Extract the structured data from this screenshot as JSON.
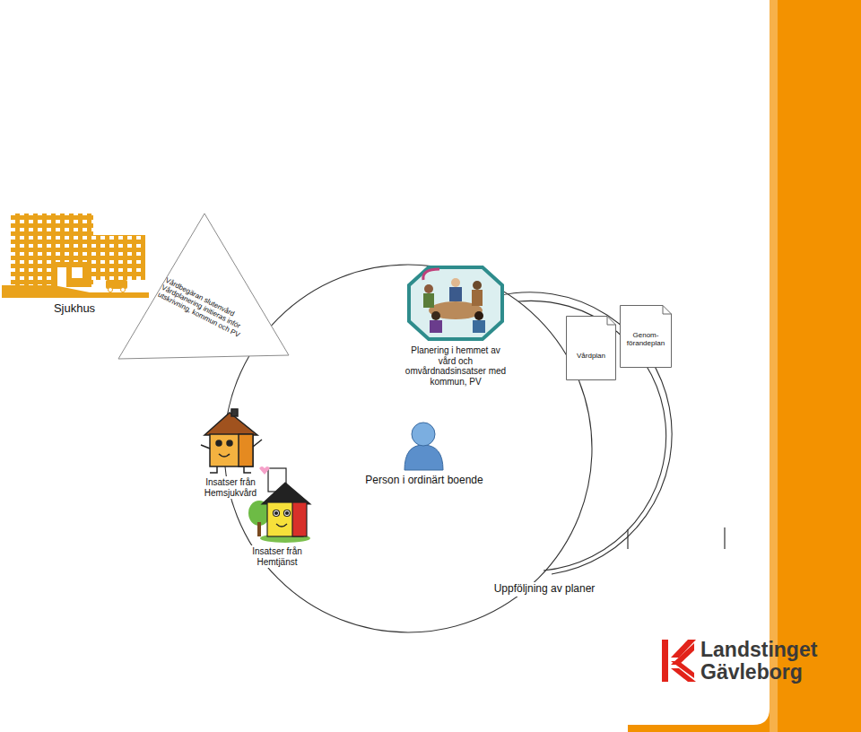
{
  "diagram": {
    "nodes": [
      {
        "text": [
          "Sjukhus"
        ]
      },
      {
        "text": [
          "Vårdbegäran slutenvård Vårdplanering initieras inför utskrivning, kommun och PV"
        ]
      },
      {
        "text": [
          "Planering i hemmet av vård och omvårdnadsinsatser med kommun, PV"
        ]
      },
      {
        "text": [
          "Vårdplan"
        ]
      },
      {
        "text": [
          "Genom- förandeplan"
        ]
      },
      {
        "text": [
          "Insatser från Hemsjukvård"
        ]
      },
      {
        "text": [
          "Person i ordinärt boende"
        ]
      },
      {
        "text": [
          "Insatser från Hemtjänst"
        ]
      },
      {
        "text": [
          "Uppföljning av planer"
        ]
      }
    ],
    "labels": [
      "Landstinget",
      "Gävleborg"
    ]
  }
}
